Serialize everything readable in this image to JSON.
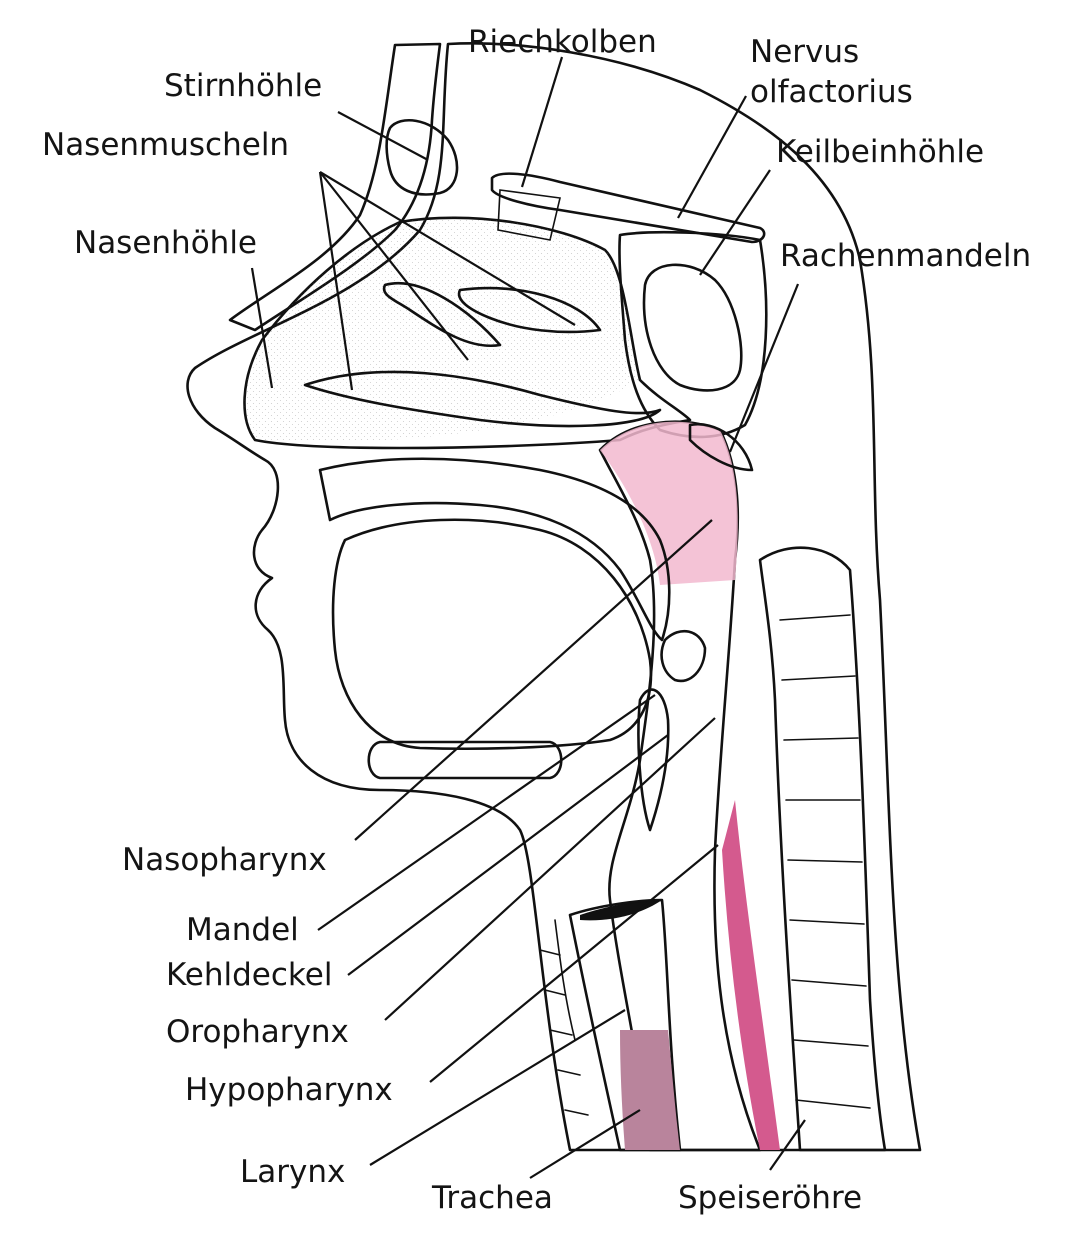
{
  "colors": {
    "tissue_light": "#f8d6e4",
    "tissue_mid": "#f2b8cf",
    "tissue_pink": "#e89bbd",
    "tissue_deep": "#d45a8e",
    "sinus_dark": "#9c3e68",
    "larynx_mauve": "#b9849c",
    "bone": "#fbfafa",
    "line": "#111111"
  },
  "labels": {
    "riechkolben": "Riechkolben",
    "nervus": "Nervus",
    "olfactorius": "olfactorius",
    "stirnhoehle": "Stirnhöhle",
    "keilbeinhoehle": "Keilbeinhöhle",
    "nasenmuscheln": "Nasenmuscheln",
    "nasenhoehle": "Nasenhöhle",
    "rachenmandeln": "Rachenmandeln",
    "nasopharynx": "Nasopharynx",
    "mandel": "Mandel",
    "kehldeckel": "Kehldeckel",
    "oropharynx": "Oropharynx",
    "hypopharynx": "Hypopharynx",
    "larynx": "Larynx",
    "trachea": "Trachea",
    "speiseroehre": "Speiseröhre"
  }
}
